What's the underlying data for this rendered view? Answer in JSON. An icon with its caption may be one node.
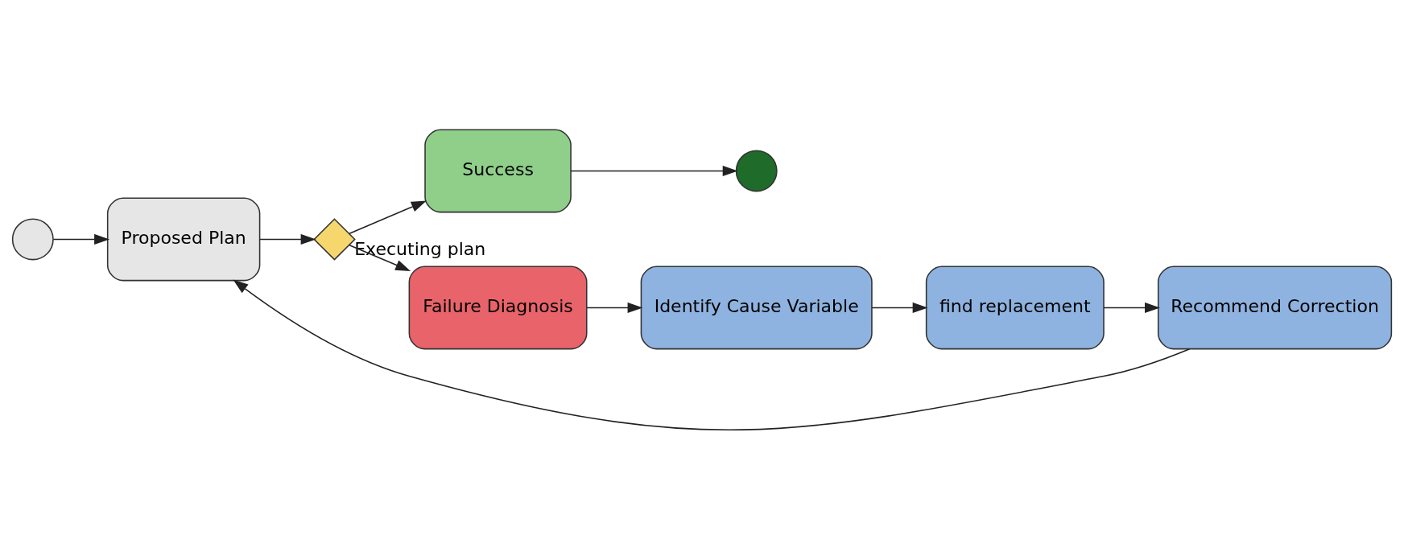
{
  "diagram": {
    "nodes": [
      {
        "text": [],
        "shape": "circle"
      },
      {
        "text": [
          "Proposed Plan"
        ]
      },
      {
        "text": [],
        "shape": "diamond",
        "beside": [
          "Executing plan"
        ]
      },
      {
        "text": [
          "Success"
        ]
      },
      {
        "text": [],
        "shape": "circle"
      },
      {
        "text": [
          "Failure Diagnosis"
        ]
      },
      {
        "text": [
          "Identify Cause Variable"
        ]
      },
      {
        "text": [
          "find replacement"
        ]
      },
      {
        "text": [
          "Recommend Correction"
        ]
      }
    ],
    "edges": [
      {
        "from": 0,
        "to": 1,
        "arrow": "to"
      },
      {
        "from": 1,
        "to": 2,
        "arrow": "to"
      },
      {
        "from": 2,
        "to": 3,
        "arrow": "to"
      },
      {
        "from": 3,
        "to": 4,
        "arrow": "to"
      },
      {
        "from": 2,
        "to": 5,
        "arrow": "to"
      },
      {
        "from": 5,
        "to": 6,
        "arrow": "to"
      },
      {
        "from": 6,
        "to": 7,
        "arrow": "to"
      },
      {
        "from": 7,
        "to": 8,
        "arrow": "to"
      },
      {
        "from": 8,
        "to": 1,
        "arrow": "to"
      }
    ]
  }
}
